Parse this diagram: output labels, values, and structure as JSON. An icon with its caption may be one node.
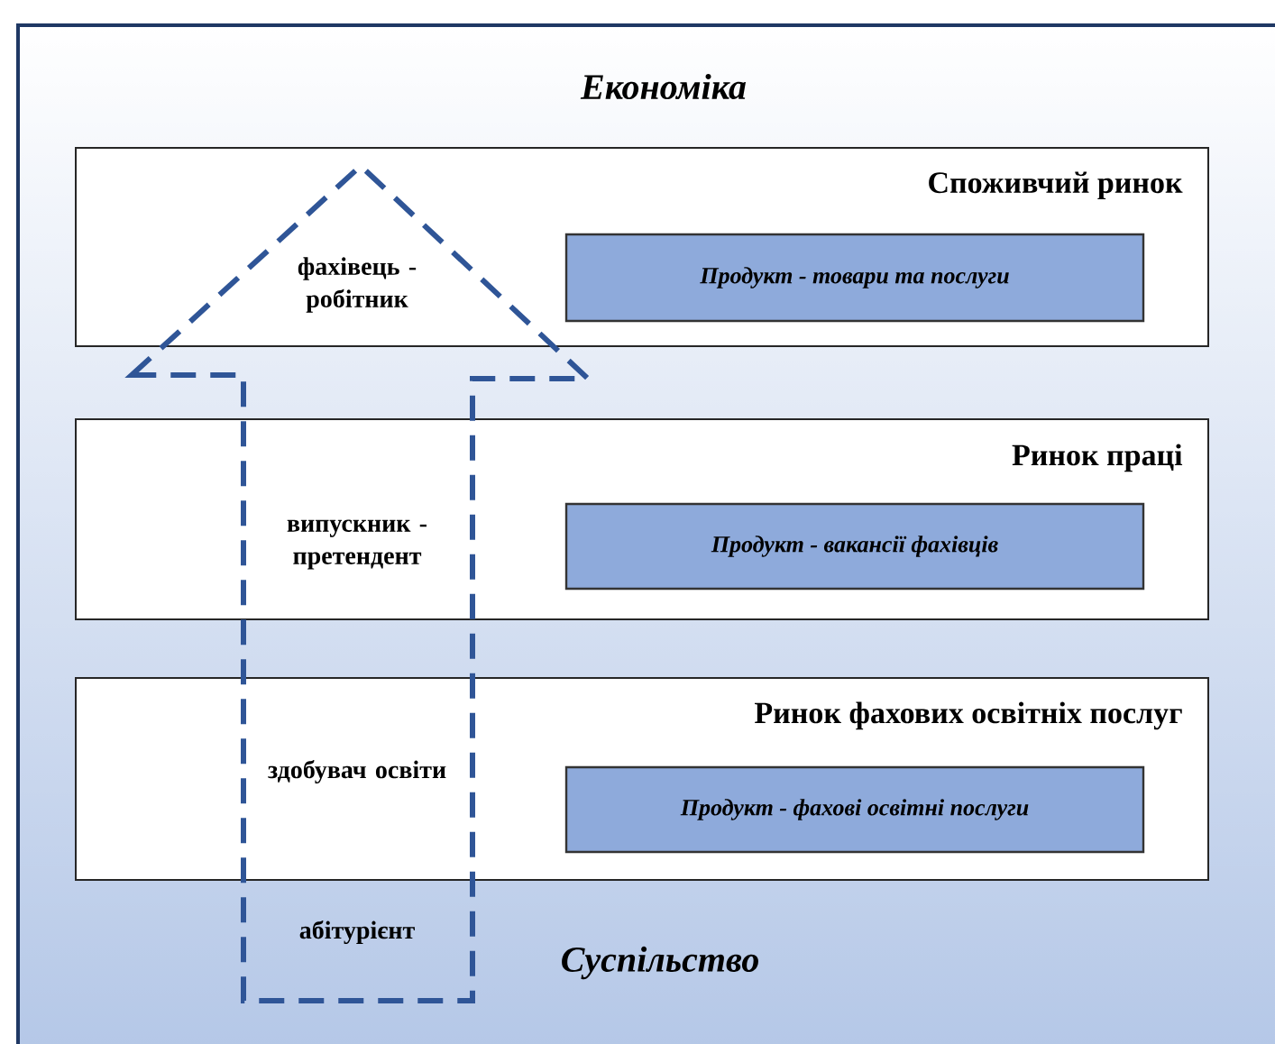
{
  "diagram": {
    "title": "Економіка",
    "nodes": [
      {
        "text": [
          "Споживчий ринок",
          "фахівець - робітник"
        ]
      },
      {
        "text": [
          "Продукт  - товари та послуги"
        ],
        "in": 0
      },
      {
        "text": [
          "Ринок праці",
          "випускник - претендент"
        ]
      },
      {
        "text": [
          "Продукт  - вакансії фахівців"
        ],
        "in": 2
      },
      {
        "text": [
          "Ринок фахових освітніх послуг",
          "здобувач освіти"
        ]
      },
      {
        "text": [
          "Продукт  - фахові освітні послуги"
        ],
        "in": 4
      },
      {
        "text": [
          "абітурієнт"
        ]
      }
    ],
    "edges": [],
    "labels": [
      "Суспільство"
    ]
  }
}
